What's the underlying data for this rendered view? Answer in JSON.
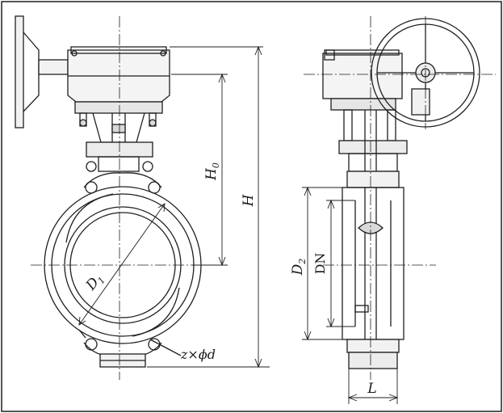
{
  "drawing": {
    "colors": {
      "line": "#1f1f1f",
      "fill_light": "#f2f2f2",
      "fill_mid": "#d9d9d9",
      "background": "#ffffff"
    },
    "labels": {
      "h0": "H",
      "h0_sub": "0",
      "h": "H",
      "d1": "D",
      "d1_sub": "1",
      "d2": "D",
      "d2_sub": "2",
      "dn": "DN",
      "bolt": "z×ϕd",
      "l": "L"
    }
  }
}
